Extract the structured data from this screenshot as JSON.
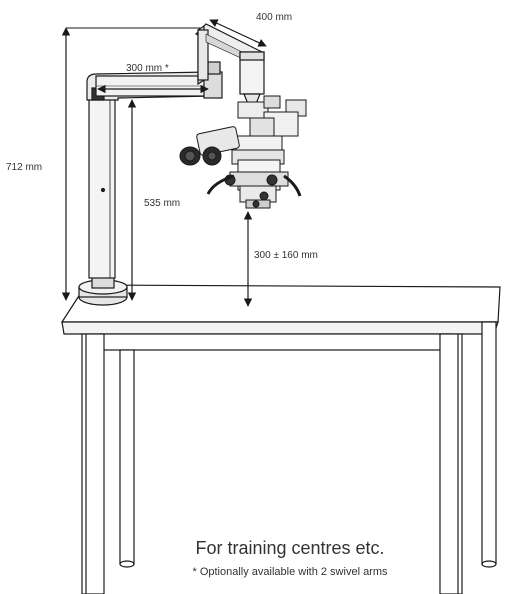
{
  "dimensions": {
    "total_height": "712 mm",
    "upper_arm": "400 mm",
    "lower_arm": "300 mm *",
    "column_height": "535 mm",
    "working_distance": "300 ± 160 mm"
  },
  "caption": {
    "title": "For training centres etc.",
    "footnote": "* Optionally available with 2 swivel arms"
  },
  "colors": {
    "stroke": "#1a1a1a",
    "metal_light": "#f2f2f2",
    "metal_dark": "#cfcfcf",
    "text": "#333333"
  }
}
